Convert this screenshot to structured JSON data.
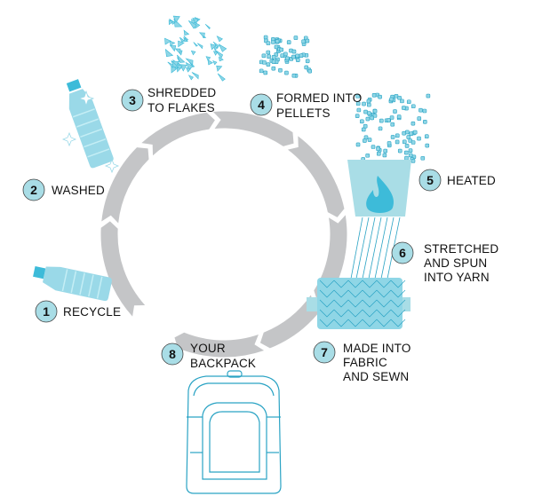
{
  "title": "Recycled backpack process",
  "colors": {
    "ring": "#c4c5c7",
    "badge": "#a9dde6",
    "aqua": "#8fd6e6",
    "aqua_dark": "#3dbbd9",
    "line": "#2aa3c4"
  },
  "steps": [
    {
      "number": "1",
      "lines": [
        "RECYCLE"
      ]
    },
    {
      "number": "2",
      "lines": [
        "WASHED"
      ]
    },
    {
      "number": "3",
      "lines": [
        "SHREDDED",
        "TO FLAKES"
      ]
    },
    {
      "number": "4",
      "lines": [
        "FORMED INTO",
        "PELLETS"
      ]
    },
    {
      "number": "5",
      "lines": [
        "HEATED"
      ]
    },
    {
      "number": "6",
      "lines": [
        "STRETCHED",
        "AND SPUN",
        "INTO YARN"
      ]
    },
    {
      "number": "7",
      "lines": [
        "MADE INTO",
        "FABRIC",
        "AND SEWN"
      ]
    },
    {
      "number": "8",
      "lines": [
        "YOUR",
        "BACKPACK"
      ]
    }
  ]
}
